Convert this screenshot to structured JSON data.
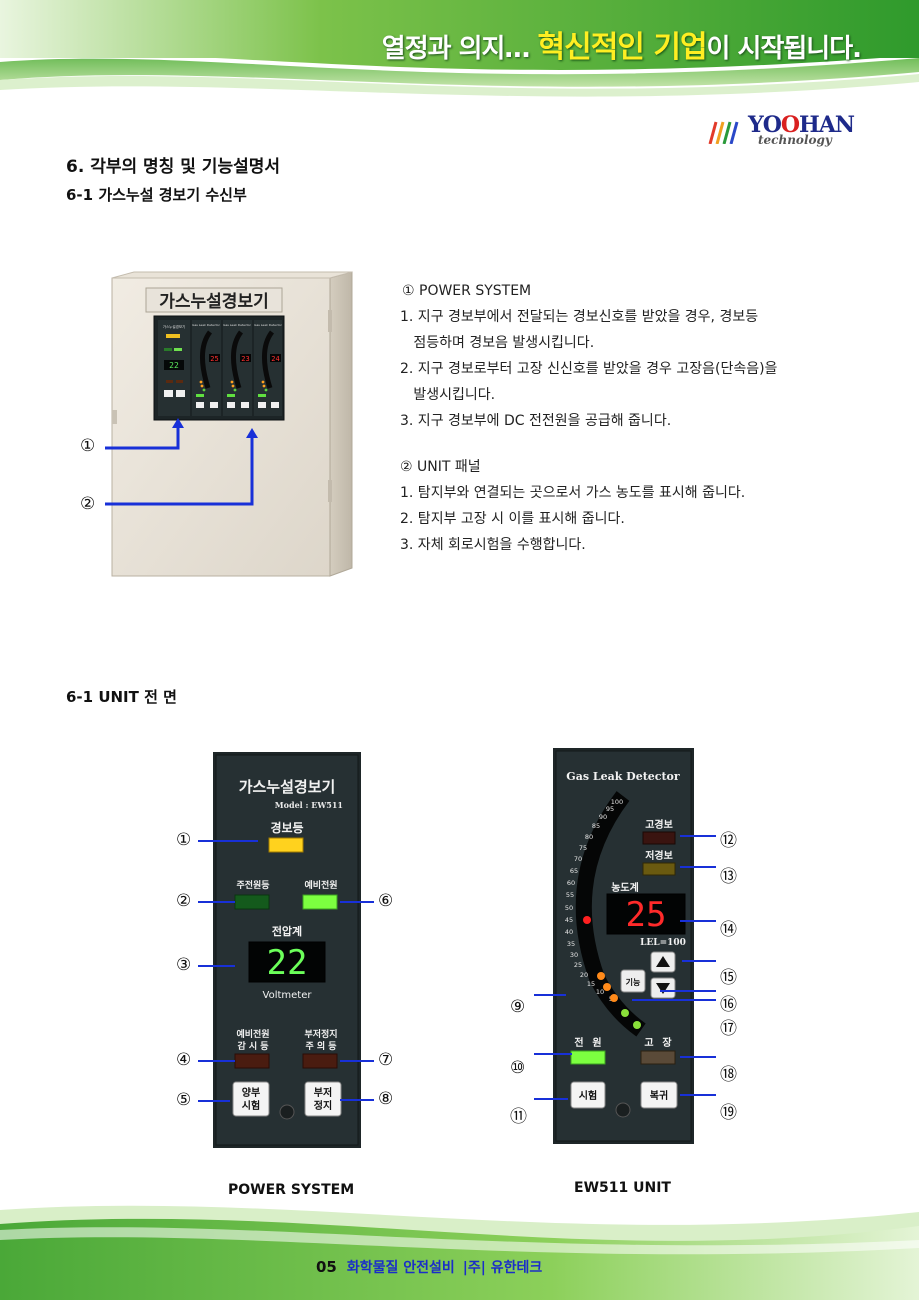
{
  "header": {
    "tagline_pre": "열정과 의지… ",
    "tagline_highlight": "혁신적인 기업",
    "tagline_post": "이 시작됩니다."
  },
  "logo": {
    "word_a": "YO",
    "word_o": "O",
    "word_b": "HAN",
    "sub": "technology"
  },
  "section_title": "6. 각부의 명칭 및 기능설명서",
  "subsection_title": "6-1 가스누설 경보기 수신부",
  "cabinet": {
    "label": "가스누설경보기",
    "units": [
      {
        "header": "Gas Leak Detector",
        "reading": "25"
      },
      {
        "header": "Gas Leak Detector",
        "reading": "23"
      },
      {
        "header": "Gas Leak Detector",
        "reading": "24"
      }
    ],
    "power_header": "가스누설경보기",
    "power_reading": "22",
    "callouts": [
      "①",
      "②"
    ]
  },
  "description": {
    "power_title": "①  POWER SYSTEM",
    "power_items": [
      "1. 지구 경보부에서 전달되는 경보신호를 받았을 경우, 경보등",
      "   점등하며 경보음 발생시킵니다.",
      "2. 지구 경보로부터 고장 신신호를 받았을 경우 고장음(단속음)을",
      "   발생시킵니다.",
      "3. 지구 경보부에 DC 전전원을 공급해 줍니다."
    ],
    "unit_title": "② UNIT 패널",
    "unit_items": [
      "1. 탐지부와 연결되는 곳으로서 가스 농도를 표시해 줍니다.",
      "2. 탐지부 고장 시 이를 표시해 줍니다.",
      "3. 자체 회로시험을 수행합니다."
    ]
  },
  "unit_front_title": "6-1 UNIT 전 면",
  "power_panel": {
    "title": "가스누설경보기",
    "model": "Model : EW511",
    "alarm_lamp": "경보등",
    "main_power": "주전원등",
    "backup_power": "예비전원",
    "voltage_label": "전압계",
    "voltage_value": "22",
    "voltmeter": "Voltmeter",
    "backup_monitor_1": "예비전원",
    "backup_monitor_2": "감 시 등",
    "buzzer_stop_1": "부저정지",
    "buzzer_stop_2": "주 의 등",
    "btn_test_1": "양부",
    "btn_test_2": "시험",
    "btn_stop_1": "부저",
    "btn_stop_2": "정지",
    "callouts_left": [
      "①",
      "②",
      "③",
      "④",
      "⑤"
    ],
    "callouts_right": [
      "⑥",
      "⑦",
      "⑧"
    ]
  },
  "unit_panel": {
    "title": "Gas Leak Detector",
    "scale": [
      "100",
      "95",
      "90",
      "85",
      "80",
      "75",
      "70",
      "65",
      "60",
      "55",
      "50",
      "45",
      "40",
      "35",
      "30",
      "25",
      "20",
      "15",
      "10",
      "5"
    ],
    "high_alarm": "고경보",
    "low_alarm": "저경보",
    "concentration": "농도계",
    "reading": "25",
    "lel": "LEL=100",
    "function_btn": "기능",
    "power_1": "전",
    "power_2": "원",
    "fault_1": "고",
    "fault_2": "장",
    "test_btn": "시험",
    "reset_btn": "복귀",
    "callouts_left": [
      "⑨",
      "⑩",
      "⑪"
    ],
    "callouts_right": [
      "⑫",
      "⑬",
      "⑭",
      "⑮",
      "⑯",
      "⑰",
      "⑱",
      "⑲"
    ]
  },
  "captions": {
    "left": "POWER SYSTEM",
    "right": "EW511 UNIT"
  },
  "footer": {
    "page": "05",
    "text_a": "화학물질 안전설비",
    "text_b": "|주| 유한테크"
  }
}
